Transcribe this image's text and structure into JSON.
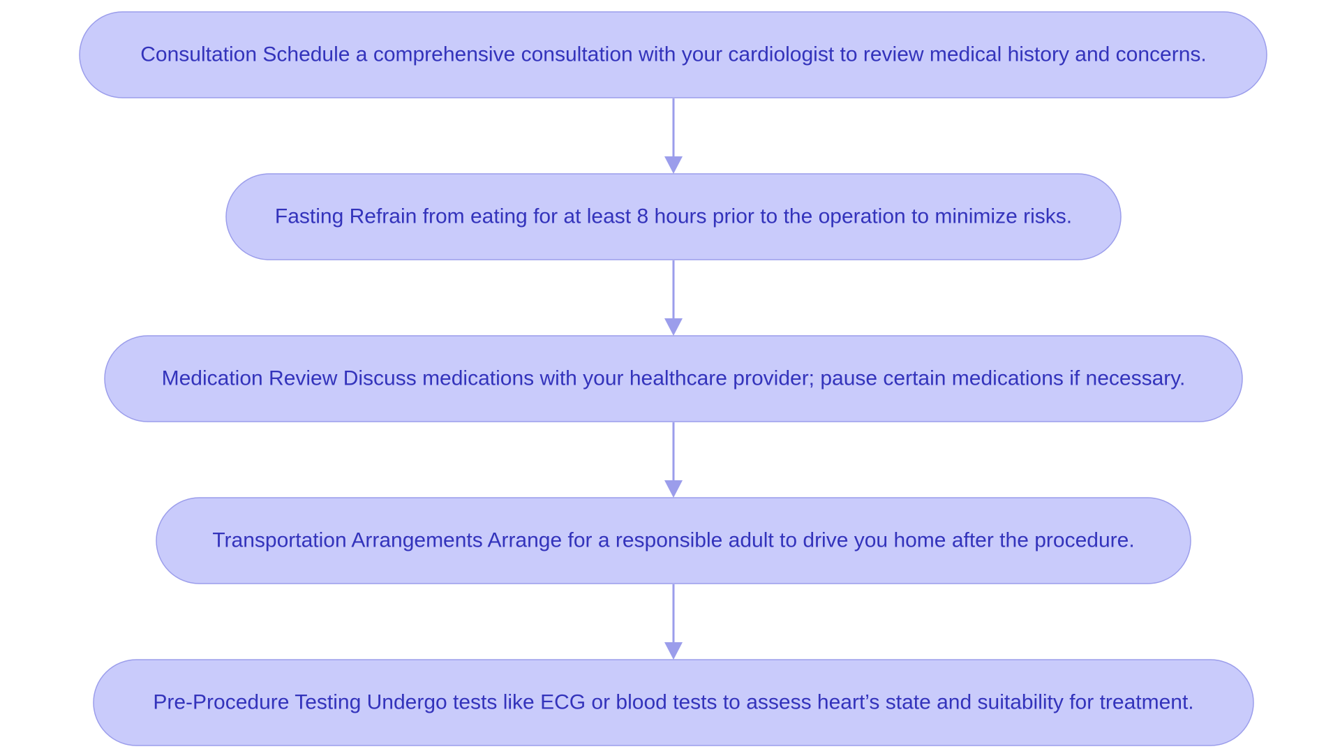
{
  "diagram": {
    "type": "flowchart",
    "direction": "top-to-bottom",
    "colors": {
      "node_fill": "#c9cbfb",
      "node_border": "#9b9deb",
      "node_text": "#3333bb",
      "edge": "#9b9deb"
    },
    "nodes": [
      {
        "id": "consultation",
        "text": "Consultation Schedule a comprehensive consultation with your cardiologist to review medical history and concerns."
      },
      {
        "id": "fasting",
        "text": "Fasting Refrain from eating for at least 8 hours prior to the operation to minimize risks."
      },
      {
        "id": "medication-review",
        "text": "Medication Review Discuss medications with your healthcare provider; pause certain medications if necessary."
      },
      {
        "id": "transportation",
        "text": "Transportation Arrangements Arrange for a responsible adult to drive you home after the procedure."
      },
      {
        "id": "pre-procedure-testing",
        "text": "Pre-Procedure Testing Undergo tests like ECG or blood tests to assess heart’s state and suitability for treatment."
      }
    ],
    "edges": [
      {
        "from": "consultation",
        "to": "fasting"
      },
      {
        "from": "fasting",
        "to": "medication-review"
      },
      {
        "from": "medication-review",
        "to": "transportation"
      },
      {
        "from": "transportation",
        "to": "pre-procedure-testing"
      }
    ]
  }
}
